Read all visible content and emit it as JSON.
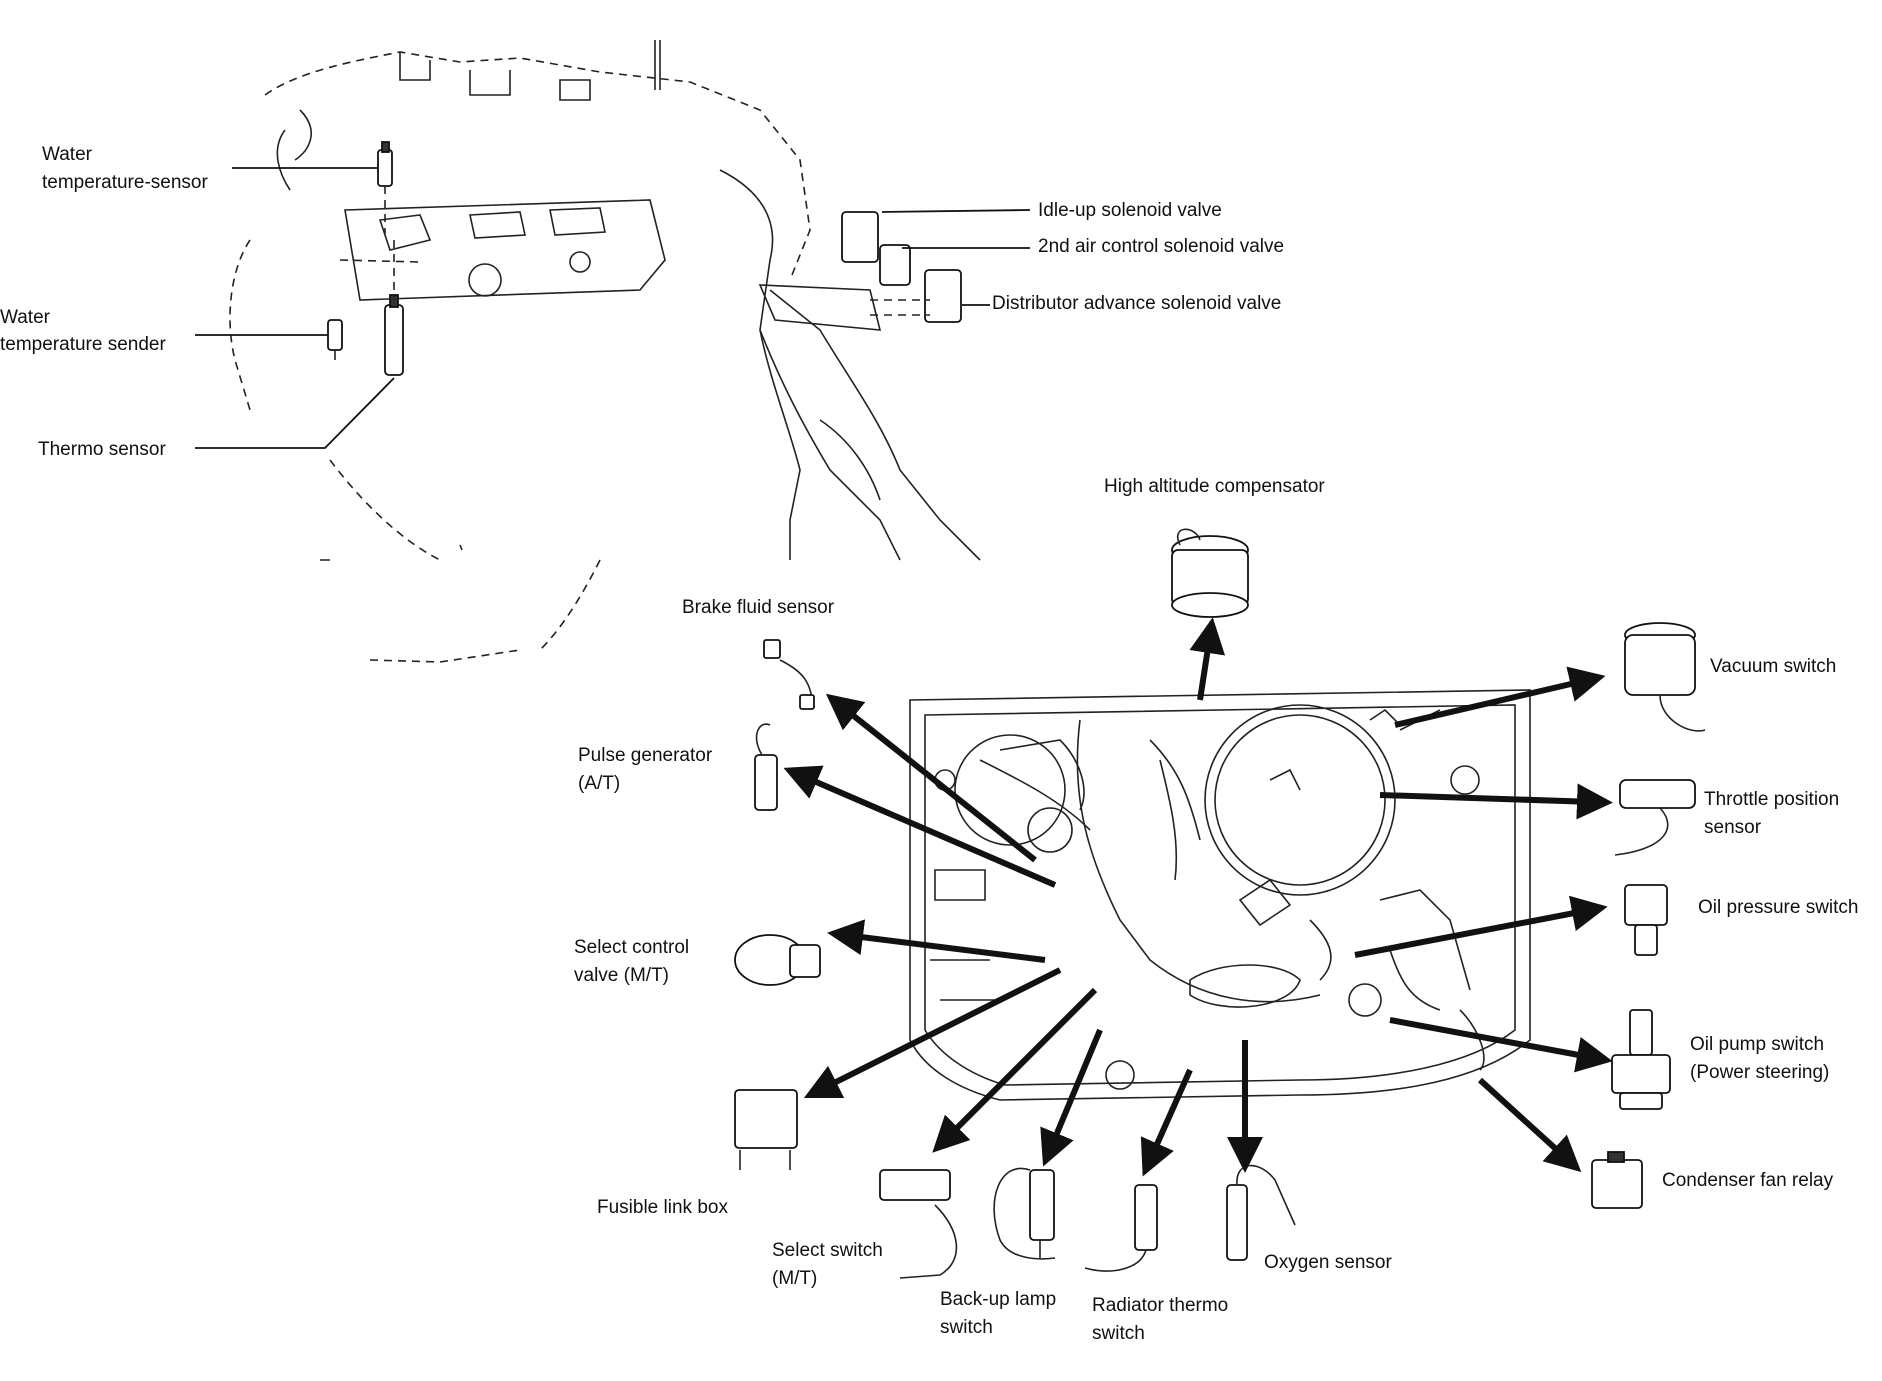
{
  "labels": {
    "water_temp_sensor_1": "Water",
    "water_temp_sensor_2": "temperature-sensor",
    "water_temp_sender_1": "Water",
    "water_temp_sender_2": "temperature sender",
    "thermo_sensor": "Thermo sensor",
    "idle_up": "Idle-up solenoid valve",
    "second_air": "2nd air control solenoid valve",
    "distributor_advance": "Distributor advance solenoid valve",
    "high_altitude": "High altitude compensator",
    "brake_fluid": "Brake fluid sensor",
    "pulse_gen_1": "Pulse generator",
    "pulse_gen_2": "(A/T)",
    "select_control_1": "Select control",
    "select_control_2": "valve (M/T)",
    "fusible_link": "Fusible link box",
    "select_switch_1": "Select switch",
    "select_switch_2": "(M/T)",
    "backup_lamp_1": "Back-up lamp",
    "backup_lamp_2": "switch",
    "radiator_thermo_1": "Radiator thermo",
    "radiator_thermo_2": "switch",
    "oxygen": "Oxygen sensor",
    "condenser_relay": "Condenser fan relay",
    "oil_pump_1": "Oil pump switch",
    "oil_pump_2": "(Power steering)",
    "oil_pressure": "Oil pressure switch",
    "throttle_1": "Throttle position",
    "throttle_2": "sensor",
    "vacuum": "Vacuum switch"
  }
}
